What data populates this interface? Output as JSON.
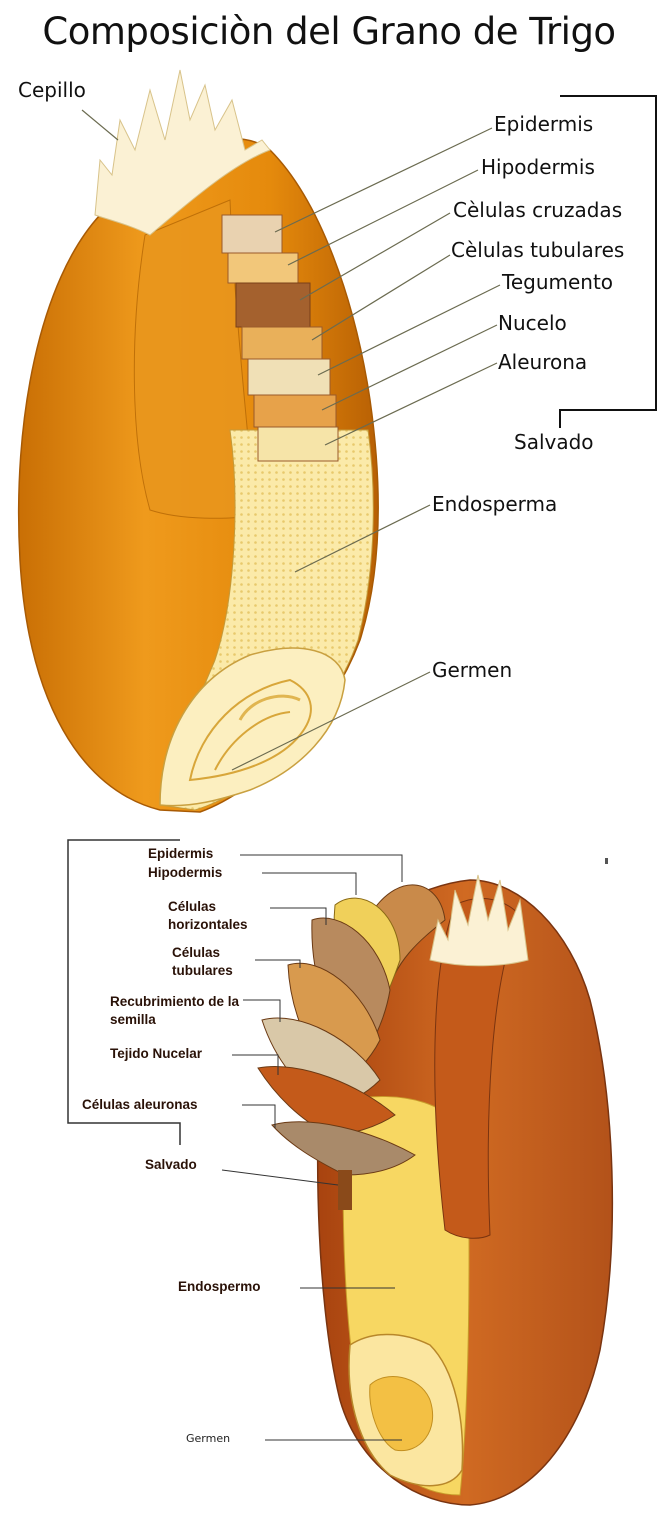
{
  "title": "Composiciòn del Grano de Trigo",
  "colors": {
    "husk": "#e08a10",
    "husk_dark": "#b86a06",
    "husk_light": "#f4b23a",
    "brush": "#fbf1d4",
    "endosperm": "#fbe9a8",
    "grain2": "#c95e1e",
    "grain2_dark": "#a8430f",
    "layer_brown": "#9b5a2a",
    "layer_beige": "#d9c49a",
    "line": "#222222"
  },
  "diagram1": {
    "cepillo": "Cepillo",
    "layers": [
      "Epidermis",
      "Hipodermis",
      "Cèlulas cruzadas",
      "Cèlulas tubulares",
      "Tegumento",
      "Nucelo",
      "Aleurona"
    ],
    "salvado": "Salvado",
    "endosperma": "Endosperma",
    "germen": "Germen"
  },
  "diagram2": {
    "layers": [
      "Epidermis",
      "Hipodermis",
      "Células horizontales",
      "Células tubulares",
      "Recubrimiento de la semilla",
      "Tejido Nucelar",
      "Células aleuronas"
    ],
    "salvado": "Salvado",
    "endospermo": "Endospermo",
    "germen": "Germen"
  }
}
